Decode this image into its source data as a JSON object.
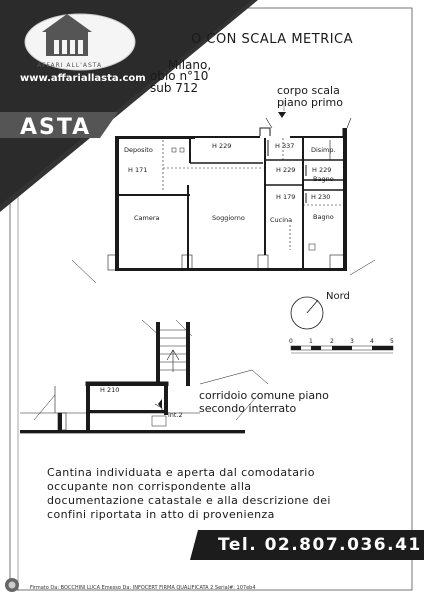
{
  "header": {
    "title": "O CON SCALA METRICA",
    "city": "Milano,",
    "floor": "obio n°10",
    "sub": "sub 712"
  },
  "brand": {
    "logo_text": "AFFARI ALL'ASTA",
    "url": "www.affariallasta.com",
    "badge": "ASTA"
  },
  "labels": {
    "corpo_scala_1": "corpo scala",
    "corpo_scala_2": "piano primo"
  },
  "rooms": {
    "deposito": "Deposito",
    "camera": "Camera",
    "soggiorno": "Soggiorno",
    "cucina": "Cucina",
    "bagno": "Bagno",
    "disimp": "Disimp.",
    "bagno_small": "Bagno"
  },
  "heights": {
    "h_deposito": "H  171",
    "h_soggiorno": "H  229",
    "h_disimp": "H  337",
    "h_mid": "H  229",
    "h_bagno_small": "H  229",
    "h_cucina": "H  179",
    "h_bagno": "H  230",
    "h_cantina": "H  210"
  },
  "north": "Nord",
  "scale": [
    "0",
    "1",
    "2",
    "3",
    "4",
    "5"
  ],
  "corridor": {
    "line1": "corridoio comune piano",
    "line2": "secondo interrato"
  },
  "int_label": "int.2",
  "description": "Cantina individuata e aperta dal comodatario occupante non corrispondente alla documentazione catastale e alla descrizione dei confini riportata in atto di provenienza",
  "phone": "Tel. 02.807.036.41",
  "footer": "Firmato Da: BOCCHINI LUCA Emesso Da: INFOCERT FIRMA QUALIFICATA 2 Serial#: 107eb4",
  "colors": {
    "dark_band": "#333333",
    "plan_ink": "#1a1a1a",
    "background": "#ffffff"
  }
}
